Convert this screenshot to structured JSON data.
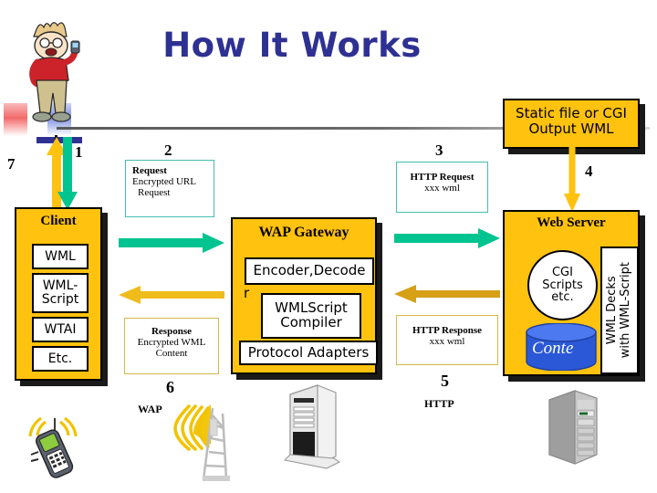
{
  "slide": {
    "title": "How It Works"
  },
  "steps": {
    "s1": "1",
    "s2": "2",
    "s3": "3",
    "s4": "4",
    "s5": "5",
    "s6": "6",
    "s7": "7"
  },
  "client": {
    "title": "Client",
    "items": [
      "WML",
      "WML-\nScript",
      "WTAI",
      "Etc."
    ]
  },
  "gateway": {
    "title": "WAP Gateway",
    "encoder": "Encoder,Decode",
    "encoder_overflow": "r",
    "compiler": "WMLScript\nCompiler",
    "adapters": "Protocol Adapters"
  },
  "web_server": {
    "title": "Web Server",
    "cgi": "CGI\nScripts\netc.",
    "content": "Conte",
    "decks": "WML Decks\nwith WML-Script"
  },
  "static_box": {
    "line1": "Static file or  CGI",
    "line2": "Output WML"
  },
  "notes": {
    "request": {
      "strong": "Request",
      "line1": "Encrypted URL",
      "line2": "Request"
    },
    "http_request": {
      "strong": "HTTP Request",
      "line1": "xxx wml"
    },
    "response": {
      "strong": "Response",
      "line1": "Encrypted WML",
      "line2": "Content"
    },
    "http_response": {
      "strong": "HTTP Response",
      "line1": "xxx wml"
    }
  },
  "protocol_labels": {
    "wap": "WAP",
    "http": "HTTP"
  },
  "colors": {
    "title_blue": "#2E3192",
    "box_yellow": "#FFC20E",
    "arrow_green": "#00C48F",
    "arrow_yellow": "#FFC20E",
    "note_teal": "#45BFAE",
    "note_gold": "#D6B84C",
    "content_blue": "#2B58D6"
  }
}
